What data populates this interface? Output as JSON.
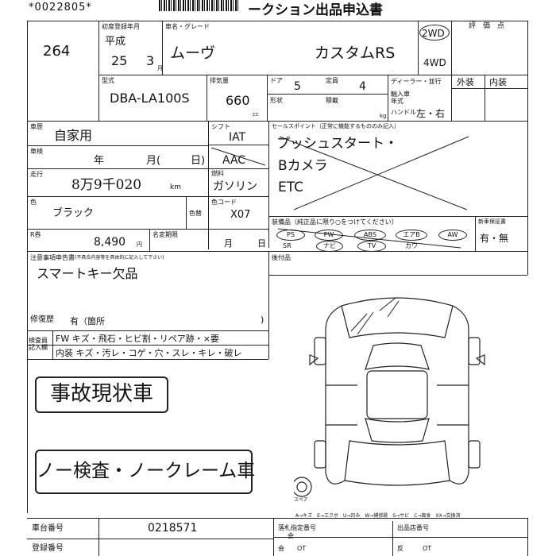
{
  "header": {
    "serial": "*0022805*",
    "title": "ークション出品申込書"
  },
  "lot": {
    "number": "264"
  },
  "registration": {
    "label": "初度登録年月",
    "era": "平成",
    "year": "25",
    "month": "3",
    "month_unit": "月"
  },
  "model": {
    "label": "車名・グレード",
    "name": "ムーヴ",
    "grade": "カスタムRS"
  },
  "drive": {
    "two_wd": "2WD",
    "four_wd": "4WD"
  },
  "points": {
    "label": "評　価　点"
  },
  "type": {
    "label": "型式",
    "value": "DBA-LA100S"
  },
  "displacement": {
    "label": "排気量",
    "value": "660",
    "unit": "cc"
  },
  "doors": {
    "label": "ドア",
    "value": "5"
  },
  "capacity": {
    "label": "定員",
    "value": "4"
  },
  "shape": {
    "label": "形状"
  },
  "load": {
    "label": "積載",
    "unit": "kg"
  },
  "dealer": {
    "label": "ディーラー・並行",
    "handle_label": "ハンドル",
    "handle_options": "左・右",
    "gear_label": "輸入車\n年式"
  },
  "exterior": {
    "label": "外装"
  },
  "interior": {
    "label": "内装"
  },
  "usage": {
    "label": "車歴",
    "value": "自家用"
  },
  "inspection": {
    "label": "車検",
    "year_unit": "年",
    "month_unit": "月(",
    "day_unit": "日)"
  },
  "mileage": {
    "label": "走行",
    "value": "8万9千020",
    "unit": "km"
  },
  "color": {
    "label": "色",
    "value": "ブラック",
    "code_label": "色替",
    "code_value": "X07"
  },
  "recycle": {
    "label": "R券",
    "value": "8,490",
    "unit": "円"
  },
  "name_change": {
    "label": "名変期限",
    "month_unit": "月",
    "day_unit": "日"
  },
  "shift": {
    "label": "シフト",
    "iat": "IAT",
    "aac": "AAC"
  },
  "fuel": {
    "label": "燃料",
    "value": "ガソリン"
  },
  "color_code": {
    "label": "色コード"
  },
  "sales_points": {
    "label": "セールスポイント（正常に機能するもののみ記入）",
    "line1": "プッシュスタート・",
    "line2": "Bカメラ",
    "line3": "ETC"
  },
  "equipment": {
    "label": "装備品（純正品に限り○をつけてください）",
    "items_row1": [
      "PS",
      "PW",
      "ABS",
      "エアB",
      "AW"
    ],
    "items_row2": [
      "SR",
      "ナビ",
      "TV",
      "カワ"
    ],
    "new_label": "新車保証書",
    "new_value": "有・無"
  },
  "after_label": "後付品",
  "notes": {
    "label": "注意事項申告書",
    "sublabel": "(不具合内容等を具体的に記入して下さい)",
    "value": "スマートキー欠品"
  },
  "repair": {
    "label": "修復歴",
    "value": "有（箇所"
  },
  "check": {
    "label": "検査員\n記入欄",
    "row1": "FW キズ・飛石・ヒビ割・リペア跡・×要",
    "row2": "内装 キズ・汚レ・コゲ・穴・スレ・キレ・破レ"
  },
  "stamps": {
    "accident": "事故現状車",
    "no_claim": "ノー検査・ノークレーム車"
  },
  "legend": "A→キズ　E→エクボ　U→凹み　W→補修跡　S→サビ　C→腐食　XX→交換済",
  "spare_label": "スペア",
  "bottom": {
    "body_label": "車台番号",
    "body_value": "0218571",
    "reg_label": "登録番号",
    "buyer_label": "落札指定番号",
    "seller_label": "出品店番号",
    "seller_sub": "会",
    "bottom_small": "会　　OT",
    "count_label": "反　　　OT"
  }
}
